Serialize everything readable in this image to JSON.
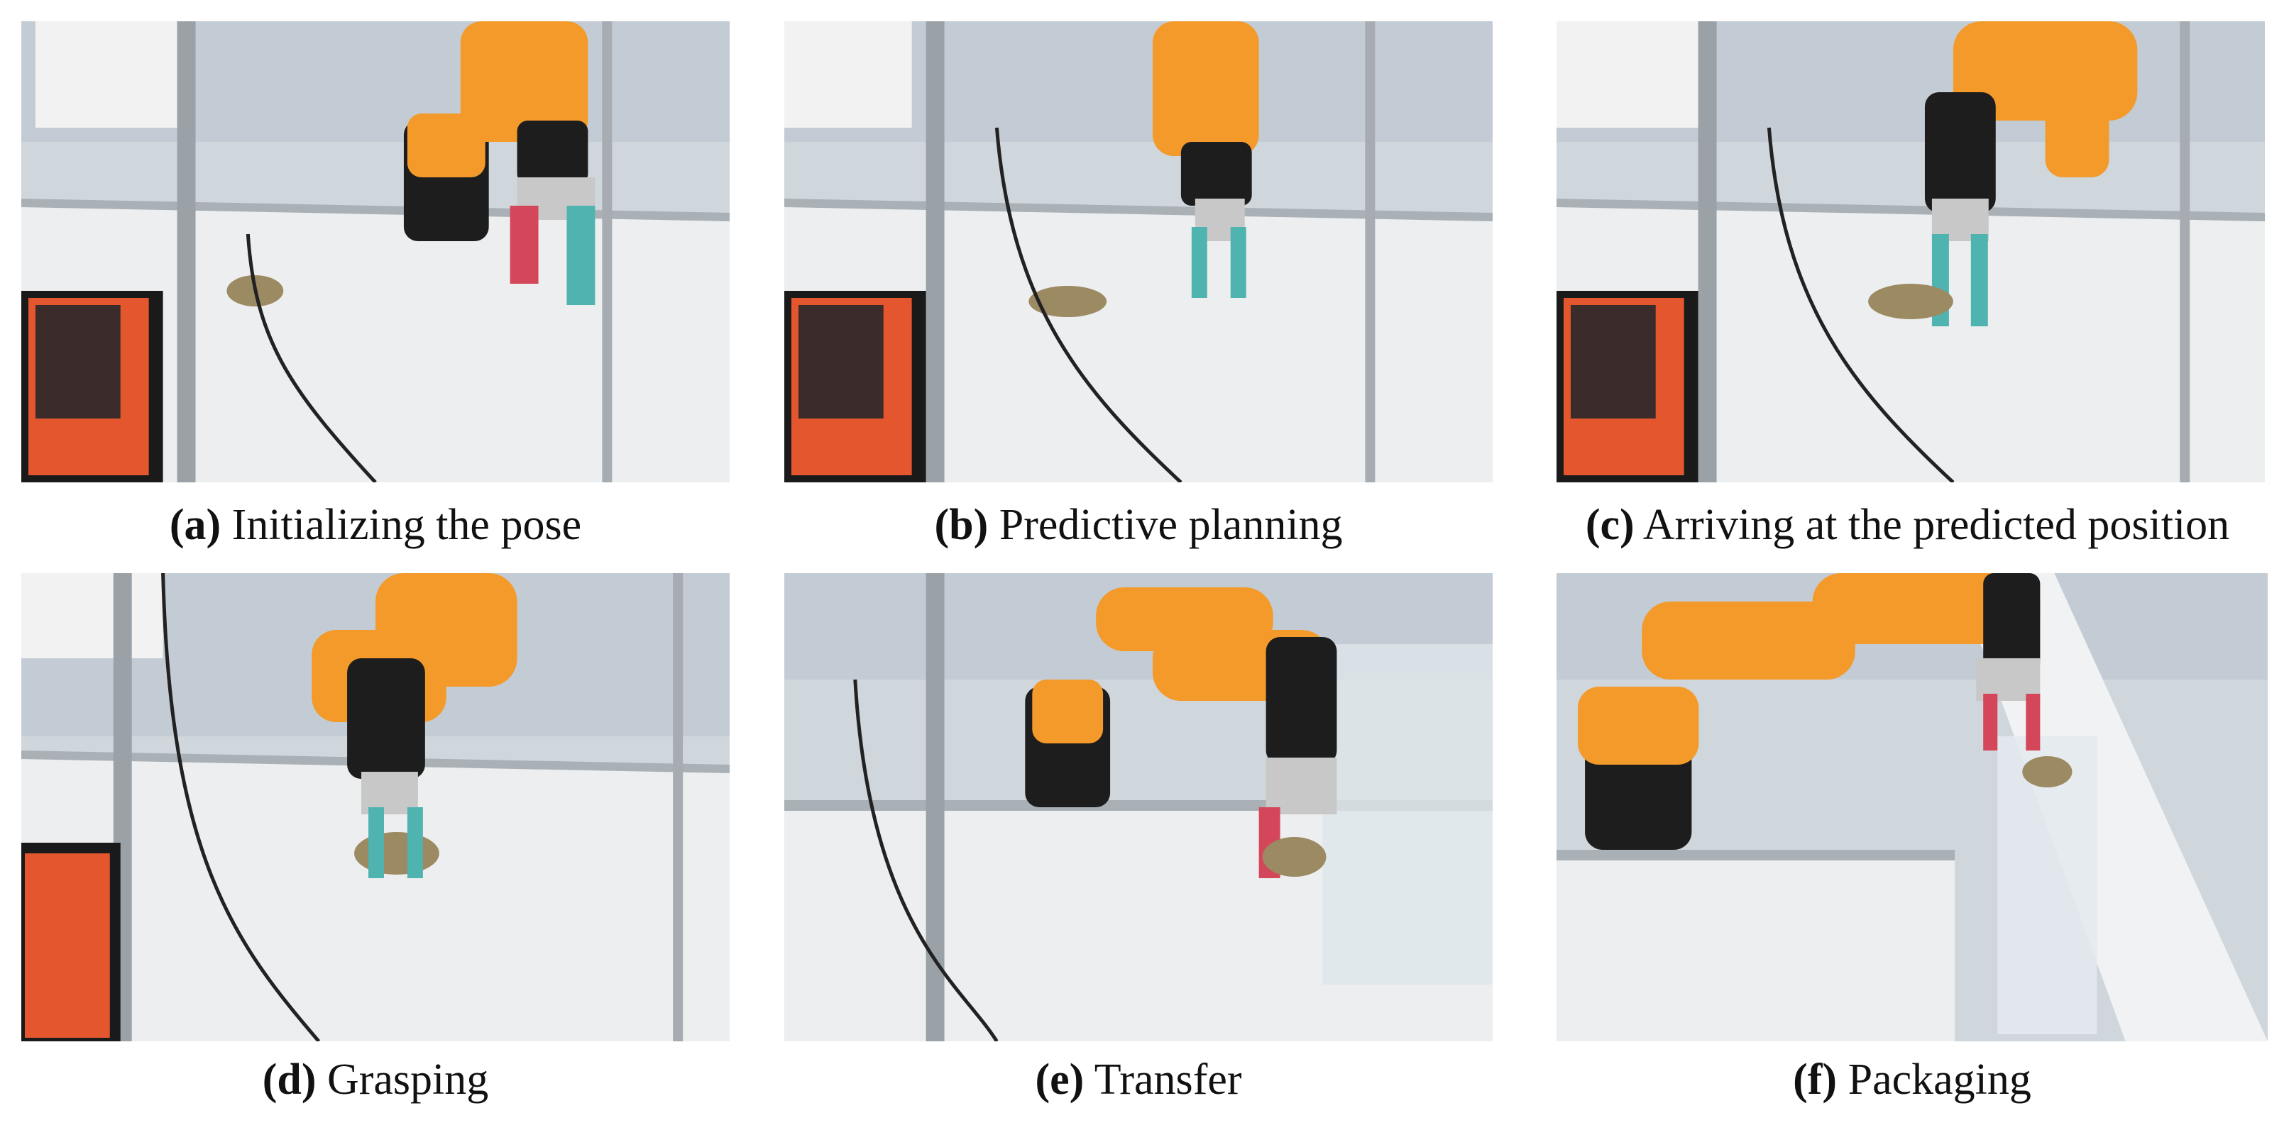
{
  "figure": {
    "panels": [
      {
        "label": "(a)",
        "caption": "Initializing the pose"
      },
      {
        "label": "(b)",
        "caption": "Predictive planning"
      },
      {
        "label": "(c)",
        "caption": "Arriving at the predicted position"
      },
      {
        "label": "(d)",
        "caption": "Grasping"
      },
      {
        "label": "(e)",
        "caption": "Transfer"
      },
      {
        "label": "(f)",
        "caption": "Packaging"
      }
    ]
  },
  "colors": {
    "robot_orange": "#f39a2a",
    "robot_black": "#1d1d1d",
    "table_white": "#eef0f1",
    "frame_gray": "#9aa1a7",
    "monitor_red": "#e4572e",
    "gripper_teal": "#4fb3b0",
    "oyster": "#9c8a63"
  }
}
